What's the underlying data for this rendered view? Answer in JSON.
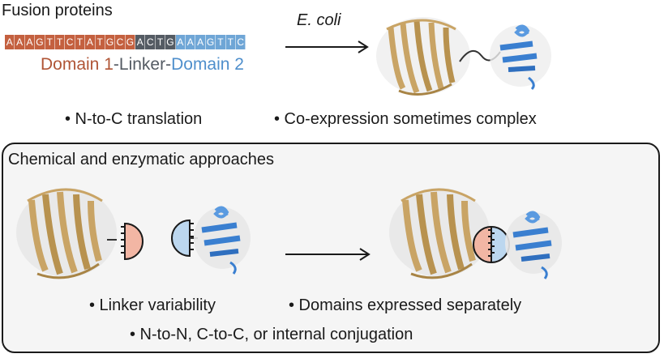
{
  "top": {
    "title": "Fusion proteins",
    "sequence": [
      "A",
      "A",
      "A",
      "G",
      "T",
      "T",
      "C",
      "T",
      "A",
      "T",
      "G",
      "C",
      "G",
      "A",
      "C",
      "T",
      "G",
      "A",
      "A",
      "A",
      "G",
      "T",
      "T",
      "C"
    ],
    "domain1": "Domain 1",
    "dash1": "-",
    "linker": "Linker",
    "dash2": "-",
    "domain2": "Domain 2",
    "organism": "E. coli",
    "bullet_left": "• N-to-C translation",
    "bullet_right": "• Co-expression sometimes complex"
  },
  "bottom": {
    "title": "Chemical and enzymatic approaches",
    "bullet_left": "• Linker variability",
    "bullet_right": "• Domains expressed separately",
    "bullet_bottom": "• N-to-N, C-to-C, or internal conjugation"
  },
  "colors": {
    "domain1": "#c4603f",
    "linker": "#545b63",
    "domain2": "#6fa6d6",
    "tan": "#c9a465",
    "blue": "#3a7fd0",
    "pink": "#f2b6a4",
    "lightblue": "#bcd7ef"
  }
}
